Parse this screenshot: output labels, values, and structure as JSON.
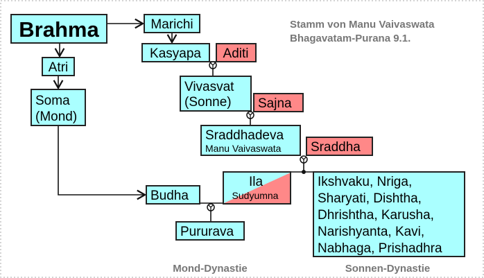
{
  "title": {
    "line1": "Stamm von Manu Vaivaswata",
    "line2": "Bhagavatam-Purana 9.1."
  },
  "nodes": {
    "brahma": "Brahma",
    "marichi": "Marichi",
    "kasyapa": "Kasyapa",
    "aditi": "Aditi",
    "atri": "Atri",
    "soma": [
      "Soma",
      "(Mond)"
    ],
    "vivasvat": [
      "Vivasvat",
      "(Sonne)"
    ],
    "sajna": "Sajna",
    "sraddhadeva": "Sraddhadeva",
    "sraddhadeva_sub": "Manu Vaivaswata",
    "sraddha": "Sraddha",
    "ila": "Ila",
    "ila_sub": "Sudyumna",
    "budha": "Budha",
    "pururava": "Pururava",
    "sons": [
      "Ikshvaku, Nriga,",
      "Sharyati, Dishtha,",
      "Dhrishtha, Karusha,",
      "Narishyanta, Kavi,",
      "Nabhaga, Prishadhra"
    ]
  },
  "labels": {
    "moon": "Mond-Dynastie",
    "sun": "Sonnen-Dynastie"
  },
  "colors": {
    "male": "#aaffff",
    "female": "#ff8888",
    "caption": "#777777"
  }
}
